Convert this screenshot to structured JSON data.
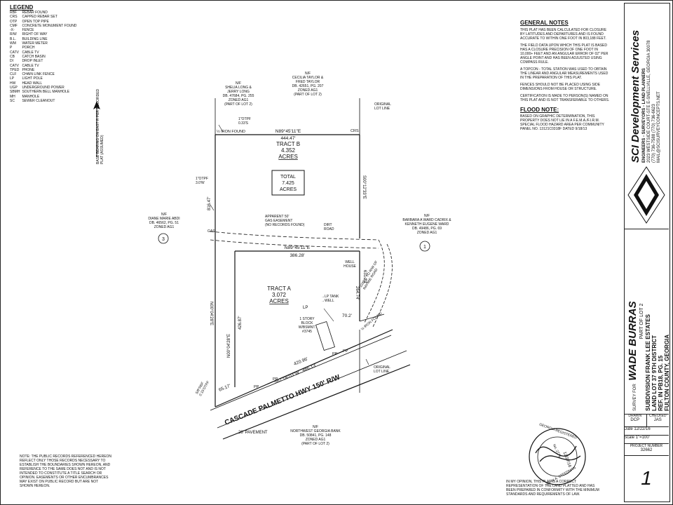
{
  "legend": {
    "title": "LEGEND",
    "items": [
      [
        "RBF",
        "REBAR FOUND"
      ],
      [
        "CRS",
        "CAPPED REBAR SET"
      ],
      [
        "OTP",
        "OPEN TOP PIPE"
      ],
      [
        "CMF",
        "CONCRETE MONUMENT FOUND"
      ],
      [
        "-X-",
        "FENCE"
      ],
      [
        "R/W",
        "RIGHT OF WAY"
      ],
      [
        "B.L.",
        "BUILDING LINE"
      ],
      [
        "WM",
        "WATER METER"
      ],
      [
        "P",
        "PORCH"
      ],
      [
        "CATV",
        "CABLE TV"
      ],
      [
        "CB",
        "CATCH BASIN"
      ],
      [
        "DI",
        "DROP INLET"
      ],
      [
        "CATV",
        "CABLE TV"
      ],
      [
        "TPED",
        "PHONE"
      ],
      [
        "CLF",
        "CHAIN LINK FENCE"
      ],
      [
        "LP",
        "LIGHT POLE"
      ],
      [
        "HW",
        "HEAD WALL"
      ],
      [
        "UGP",
        "UNDERGROUND POWER"
      ],
      [
        "SBMH",
        "SOUTHERN BELL MANHOLE"
      ],
      [
        "MH",
        "MANHOLE"
      ],
      [
        "SC",
        "SEWER CLEANOUT"
      ]
    ]
  },
  "basis_of_bearing": "BASE BEARING ON EAST R PER RECORDED PLAT (ASSUMED)",
  "north_arrow": "N",
  "general_notes": {
    "title": "GENERAL NOTES",
    "p1": "THIS PLAT HAS BEEN CALCULATED FOR CLOSURE BY LATITUDES AND DEPARTURES AND IS FOUND ACCURATE TO WITHIN ONE FOOT IN 803,188 FEET.",
    "p2": "THE FIELD DATA UPON WHICH THIS PLAT IS BASED HAS A CLOSURE PRECISION OF ONE FOOT IN 10,000+ FEET AND AN ANGULAR ERROR OF 02\" PER ANGLE POINT AND HAS BEEN ADJUSTED USING COMPASS RULE.",
    "p3": "A TOPCON - TOTAL STATION WAS USED TO OBTAIN THE LINEAR AND ANGULAR MEASUREMENTS USED IN THE PREPARATION OF THIS PLAT.",
    "p4": "FENCES SHOULD NOT BE PLACED USING SIDE DIMENSIONS FROM HOUSE OR STRUCTURE.",
    "p5": "CERTIFICATION IS MADE TO PERSON(S) NAMED ON THIS PLAT AND IS NOT TRANSFERABLE TO OTHERS."
  },
  "flood_note": {
    "title": "FLOOD NOTE:",
    "text": "BASED ON GRAPHIC DETERMINATION, THIS PROPERTY DOES NOT LIE IN A F.E.M.A./F.I.R.M. SPECIAL FLOOD HAZARD AREA PER COMMUNITY PANEL NO. 13121C0318F DATED 9/18/13"
  },
  "public_records_note": "NOTE: THE PUBLIC RECORDS REFERENCED HEREON REFLECT ONLY THOSE RECORDS NECESSARY TO ESTABLISH THE BOUNDARIES SHOWN HEREON, AND REFERENCE TO THE SAME DOES NOT AND IS NOT INTENDED TO CONSTITUTE A TITLE SEARCH OR OPINION. EASEMENTS OR OTHER ENCUMBRANCES MAY EXIST ON PUBLIC RECORD BUT ARE NOT SHOWN HEREON.",
  "certification": "IN MY OPINION, THIS PLAT IS A CORRECT REPRESENTATION OF THE LAND PLATTED AND HAS BEEN PREPARED IN CONFORMITY WITH THE MINIMUM STANDARDS AND REQUIREMENTS OF LAW.",
  "seal": {
    "ring": "GEORGIA REGISTERED",
    "name": "JOHN A. STEEDMAN",
    "number": "No. 2776",
    "date": "12/27/16"
  },
  "company": {
    "name": "SCI Development Services",
    "services": "ENGINEERS - SURVEYORS - LAND PLANNERS",
    "address": "2023 WESTSIDE COURT-STE E-SNELLVILLE, GEORGIA 30078",
    "phone": "(770) 736-7588 (770) 736-6623",
    "email": "MAIL@SCISURVEYCONCEPTS.NET"
  },
  "survey_for": {
    "prefix": "SURVEY FOR",
    "name": "WADE BURRAS",
    "part": "PART OF LOT 2",
    "subdivision": "SUBDIVISION FRANK LEE ESTATES",
    "land_lot": "LAND LOT 37   9TH DISTRICT",
    "ref": "REF. IN PB18, PG. 15",
    "county": "FULTON COUNTY, GEORGIA"
  },
  "title_block": {
    "drawn_label": "DRAWN",
    "drawn": "DCP",
    "checked_label": "CHECKED",
    "checked": "JAS",
    "date_label": "Date",
    "date": "12/22/16",
    "scale_label": "Scale",
    "scale": "1\"=100'",
    "project_label": "PROJECT NUMBER",
    "project": "32662",
    "sheet": "1"
  },
  "plat": {
    "tract_b": {
      "name": "TRACT B",
      "area": "4.352",
      "unit": "ACRES"
    },
    "tract_a": {
      "name": "TRACT A",
      "area": "3.072",
      "unit": "ACRES"
    },
    "total": {
      "label": "TOTAL",
      "area": "7.425",
      "unit": "ACRES"
    },
    "top_line_bearing": "N89°45'11\"E",
    "top_line_length": "444.47'",
    "mid_line_bearing": "N89°45'11\"E",
    "mid_line_length": "386.28'",
    "east_bearing_b": "S00°12'33\"E",
    "east_length": "631.23'",
    "east_sub": "264.74'",
    "west_bearing": "N00°04'28\"E",
    "west_length_b": "816.47'",
    "west_length_a": "426.87'",
    "west_bearing_a": "N00°04'28\"E",
    "road_bearing": "S67°06'03\"W",
    "road_length1": "420.96'",
    "road_length2": "486.13'",
    "road_frag": "65.17'",
    "road_name": "CASCADE PALMETTO HWY 150' R/W",
    "pavement": "28' PAVEMENT",
    "north_owner1": "N/F\nSHELIA LONG &\nJERRY LONG\nDB. 47684, PG. 255\nZONED AG1\n(PART OF LOT 2)",
    "north_owner2": "N/F\nCECILIA TAYLOR &\nFRED TAYLOR\nDB. 42651, PG. 207\nZONED AG1\n(PART OF LOT 2)",
    "west_owner": "N/F\nDIANE MARIE ABDI\nDB. 46562, PG. 51\nZONED AG1",
    "east_owner": "N/F\nBARBARA A WARD CADRIX &\nKENNETH EUGENE WARD\nDB. 49486, PG. 69\nZONED AG1",
    "south_owner": "N/F\nNORTHWEST GEORGIA BANK\nDB. 50841, PG. 148\nZONED AG1\n(PART OF LOT 2)",
    "original_lot_line": "ORIGINAL\nLOT LINE",
    "original_lot_line2": "ORIGINAL\nLOT LINE",
    "otpf_top": "1\"OTPF\n0.33'S",
    "otpf_west": "1\"OTPF\n3.0'W",
    "otpf_sw": "5/8\"RBF\n0.15'OTPF",
    "iron_found_nw": "½ IRON FOUND",
    "iron_found_se": "½ IRON FOUND",
    "crs": "CRS",
    "easement": "APPARENT 50'\nGAS EASEMENT\n(NO RECORDS FOUND)",
    "dirt_road": "DIRT\nROAD",
    "well_house": "WELL\nHOUSE",
    "house": "1 STORY\nBLOCK\nW/BSMNT.\n#3745",
    "lp_tank": "→LP TANK\n→WELL",
    "lp": "LP",
    "dist_70": "70.2'",
    "dist_to_rw": "1038.0' TO R/W OF\nRAYMIE ROAD",
    "circle_3": "3",
    "circle_1": "1",
    "pp1": "PP",
    "pp2": "PP",
    "pp3": "PP",
    "pp4": "PP",
    "gas": "GAS"
  }
}
